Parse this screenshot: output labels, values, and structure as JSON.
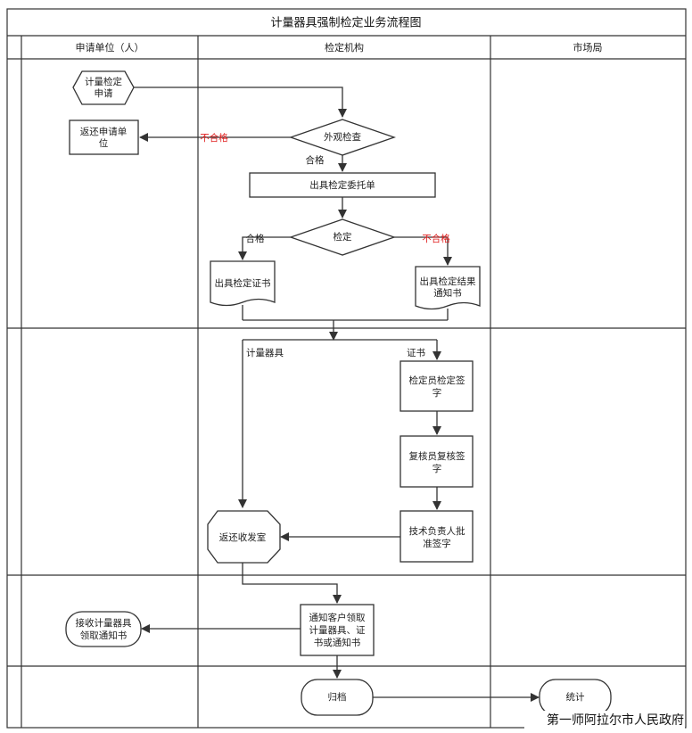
{
  "title": "计量器具强制检定业务流程图",
  "lanes": {
    "applicant": "申请单位（人）",
    "agency": "检定机构",
    "market": "市场局"
  },
  "nodes": {
    "apply": [
      "计量检定",
      "申请"
    ],
    "return_applicant": [
      "返还申请单",
      "位"
    ],
    "visual_check": "外观检查",
    "issue_order": "出具检定委托单",
    "verify": "检定",
    "issue_cert": "出具检定证书",
    "issue_result": [
      "出具检定结果",
      "通知书"
    ],
    "inspector_sign": [
      "检定员检定签",
      "字"
    ],
    "reviewer_sign": [
      "复核员复核签",
      "字"
    ],
    "tech_approve": [
      "技术负责人批",
      "准签字"
    ],
    "return_room": "返还收发室",
    "notify_customer": [
      "通知客户领取",
      "计量器具、证",
      "书或通知书"
    ],
    "receive": [
      "接收计量器具",
      "领取通知书"
    ],
    "archive": "归档",
    "statistics": "统计"
  },
  "edge_labels": {
    "fail_visual": "不合格",
    "pass_visual": "合格",
    "pass_verify": "合格",
    "fail_verify": "不合格",
    "instruments": "计量器具",
    "certificate": "证书"
  },
  "colors": {
    "line": "#333333",
    "fail_text": "#e02020"
  },
  "watermark": "第一师阿拉尔市人民政府"
}
